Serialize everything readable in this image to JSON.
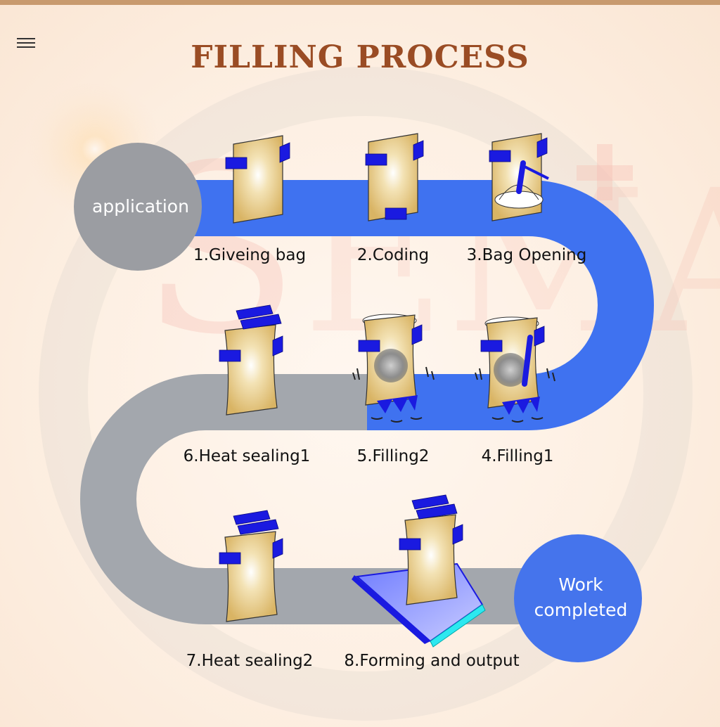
{
  "menu": {
    "icon": "hamburger-menu-icon"
  },
  "title": "FILLING PROCESS",
  "watermark": "SEMA+",
  "start_circle": {
    "label": "application"
  },
  "end_circle": {
    "label_line1": "Work",
    "label_line2": "completed"
  },
  "steps": [
    {
      "label": "1.Giveing bag"
    },
    {
      "label": "2.Coding"
    },
    {
      "label": "3.Bag Opening"
    },
    {
      "label": "4.Filling1"
    },
    {
      "label": "5.Filling2"
    },
    {
      "label": "6.Heat sealing1"
    },
    {
      "label": "7.Heat sealing2"
    },
    {
      "label": "8.Forming and output"
    }
  ],
  "colors": {
    "title": "#9a4c24",
    "path_done": "#3f72f0",
    "path_pending": "#a3a7ad",
    "start_circle": "#9b9da2",
    "end_circle": "#4574ec",
    "bag": "#e4c57a",
    "clip": "#1a1ae0"
  }
}
